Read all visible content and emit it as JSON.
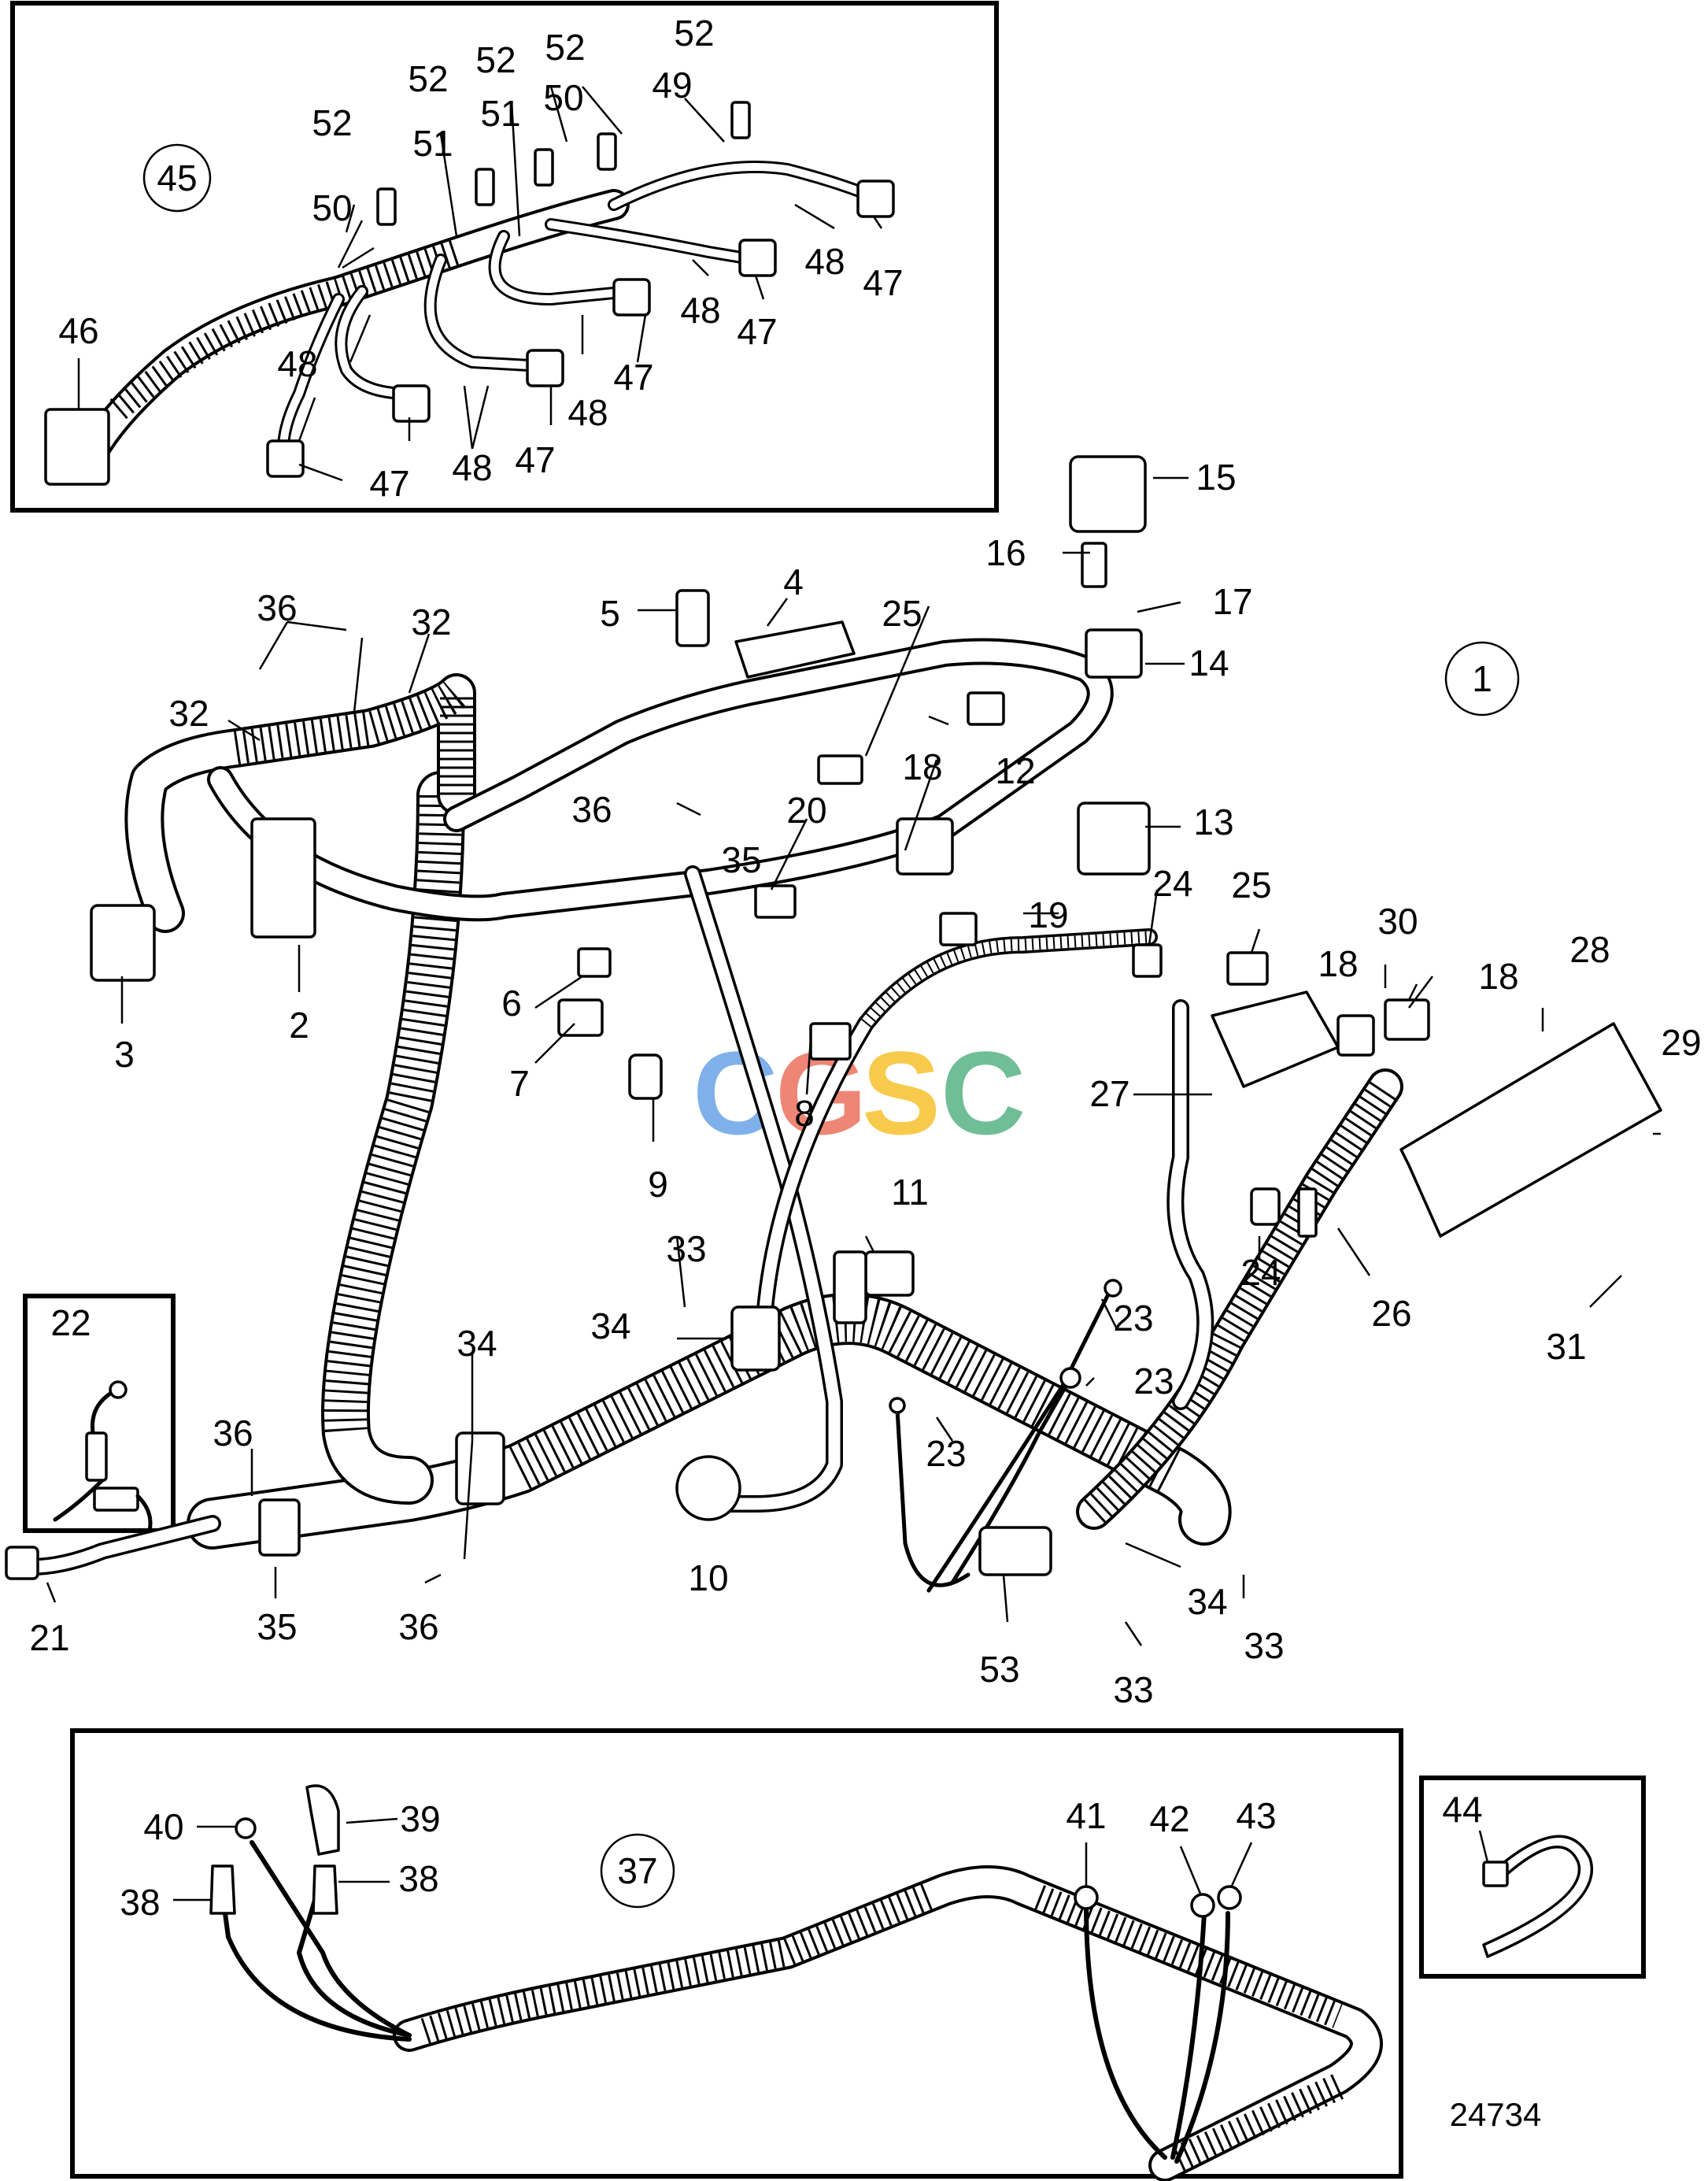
{
  "figure_number": "24734",
  "watermark": {
    "letters": [
      "C",
      "G",
      "S",
      "C"
    ],
    "colors": [
      "#4a90e2",
      "#e8533c",
      "#f4b400",
      "#34a36b"
    ]
  },
  "callouts": {
    "main": [
      {
        "id": "c1",
        "text": "1",
        "circled": true
      },
      {
        "id": "c2",
        "text": "2"
      },
      {
        "id": "c3",
        "text": "3"
      },
      {
        "id": "c4",
        "text": "4"
      },
      {
        "id": "c5",
        "text": "5"
      },
      {
        "id": "c6",
        "text": "6"
      },
      {
        "id": "c7",
        "text": "7"
      },
      {
        "id": "c8",
        "text": "8"
      },
      {
        "id": "c9",
        "text": "9"
      },
      {
        "id": "c10",
        "text": "10"
      },
      {
        "id": "c11",
        "text": "11"
      },
      {
        "id": "c12",
        "text": "12"
      },
      {
        "id": "c13",
        "text": "13"
      },
      {
        "id": "c14",
        "text": "14"
      },
      {
        "id": "c15",
        "text": "15"
      },
      {
        "id": "c16",
        "text": "16"
      },
      {
        "id": "c17",
        "text": "17"
      },
      {
        "id": "c18a",
        "text": "18"
      },
      {
        "id": "c18b",
        "text": "18"
      },
      {
        "id": "c18c",
        "text": "18"
      },
      {
        "id": "c19",
        "text": "19"
      },
      {
        "id": "c20",
        "text": "20"
      },
      {
        "id": "c21",
        "text": "21"
      },
      {
        "id": "c23a",
        "text": "23"
      },
      {
        "id": "c23b",
        "text": "23"
      },
      {
        "id": "c23c",
        "text": "23"
      },
      {
        "id": "c24a",
        "text": "24"
      },
      {
        "id": "c24b",
        "text": "24"
      },
      {
        "id": "c25a",
        "text": "25"
      },
      {
        "id": "c25b",
        "text": "25"
      },
      {
        "id": "c26",
        "text": "26"
      },
      {
        "id": "c27",
        "text": "27"
      },
      {
        "id": "c28",
        "text": "28"
      },
      {
        "id": "c29",
        "text": "29"
      },
      {
        "id": "c30",
        "text": "30"
      },
      {
        "id": "c31",
        "text": "31"
      },
      {
        "id": "c32a",
        "text": "32"
      },
      {
        "id": "c32b",
        "text": "32"
      },
      {
        "id": "c33a",
        "text": "33"
      },
      {
        "id": "c33b",
        "text": "33"
      },
      {
        "id": "c33c",
        "text": "33"
      },
      {
        "id": "c34a",
        "text": "34"
      },
      {
        "id": "c34b",
        "text": "34"
      },
      {
        "id": "c34c",
        "text": "34"
      },
      {
        "id": "c35a",
        "text": "35"
      },
      {
        "id": "c35b",
        "text": "35"
      },
      {
        "id": "c36a",
        "text": "36"
      },
      {
        "id": "c36b",
        "text": "36"
      },
      {
        "id": "c36c",
        "text": "36"
      },
      {
        "id": "c36d",
        "text": "36"
      },
      {
        "id": "c53",
        "text": "53"
      }
    ],
    "inset_45": [
      {
        "id": "c45",
        "text": "45",
        "circled": true
      },
      {
        "id": "c46",
        "text": "46"
      },
      {
        "id": "c47a",
        "text": "47"
      },
      {
        "id": "c47b",
        "text": "47"
      },
      {
        "id": "c47c",
        "text": "47"
      },
      {
        "id": "c47d",
        "text": "47"
      },
      {
        "id": "c47e",
        "text": "47"
      },
      {
        "id": "c48a",
        "text": "48"
      },
      {
        "id": "c48b",
        "text": "48"
      },
      {
        "id": "c48c",
        "text": "48"
      },
      {
        "id": "c48d",
        "text": "48"
      },
      {
        "id": "c48e",
        "text": "48"
      },
      {
        "id": "c49",
        "text": "49"
      },
      {
        "id": "c50a",
        "text": "50"
      },
      {
        "id": "c50b",
        "text": "50"
      },
      {
        "id": "c51a",
        "text": "51"
      },
      {
        "id": "c51b",
        "text": "51"
      },
      {
        "id": "c52a",
        "text": "52"
      },
      {
        "id": "c52b",
        "text": "52"
      },
      {
        "id": "c52c",
        "text": "52"
      },
      {
        "id": "c52d",
        "text": "52"
      },
      {
        "id": "c52e",
        "text": "52"
      }
    ],
    "inset_22": [
      {
        "id": "c22",
        "text": "22"
      }
    ],
    "inset_37": [
      {
        "id": "c37",
        "text": "37",
        "circled": true
      },
      {
        "id": "c38a",
        "text": "38"
      },
      {
        "id": "c38b",
        "text": "38"
      },
      {
        "id": "c39",
        "text": "39"
      },
      {
        "id": "c40",
        "text": "40"
      },
      {
        "id": "c41",
        "text": "41"
      },
      {
        "id": "c42",
        "text": "42"
      },
      {
        "id": "c43",
        "text": "43"
      }
    ],
    "inset_44": [
      {
        "id": "c44",
        "text": "44"
      }
    ]
  }
}
